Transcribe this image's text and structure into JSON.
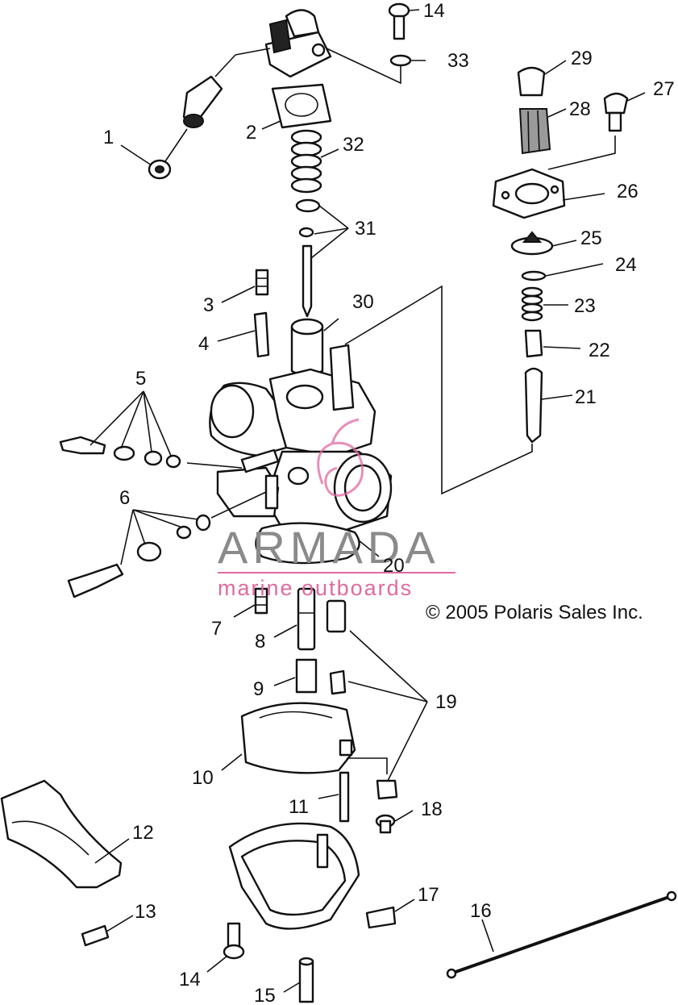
{
  "copyright": "© 2005 Polaris Sales Inc.",
  "watermark": {
    "brand": "ARMADA",
    "tagline": "marine outboards",
    "brand_color": "#8a8a8a",
    "accent_color": "#e06aa0"
  },
  "callouts": {
    "c1": "1",
    "c2": "2",
    "c3": "3",
    "c4": "4",
    "c5": "5",
    "c6": "6",
    "c7": "7",
    "c8": "8",
    "c9": "9",
    "c10": "10",
    "c11": "11",
    "c12": "12",
    "c13": "13",
    "c14a": "14",
    "c14b": "14",
    "c15": "15",
    "c16": "16",
    "c17": "17",
    "c18": "18",
    "c19": "19",
    "c20": "20",
    "c21": "21",
    "c22": "22",
    "c23": "23",
    "c24": "24",
    "c25": "25",
    "c26": "26",
    "c27": "27",
    "c28": "28",
    "c29": "29",
    "c30": "30",
    "c31": "31",
    "c32": "32",
    "c33": "33"
  }
}
